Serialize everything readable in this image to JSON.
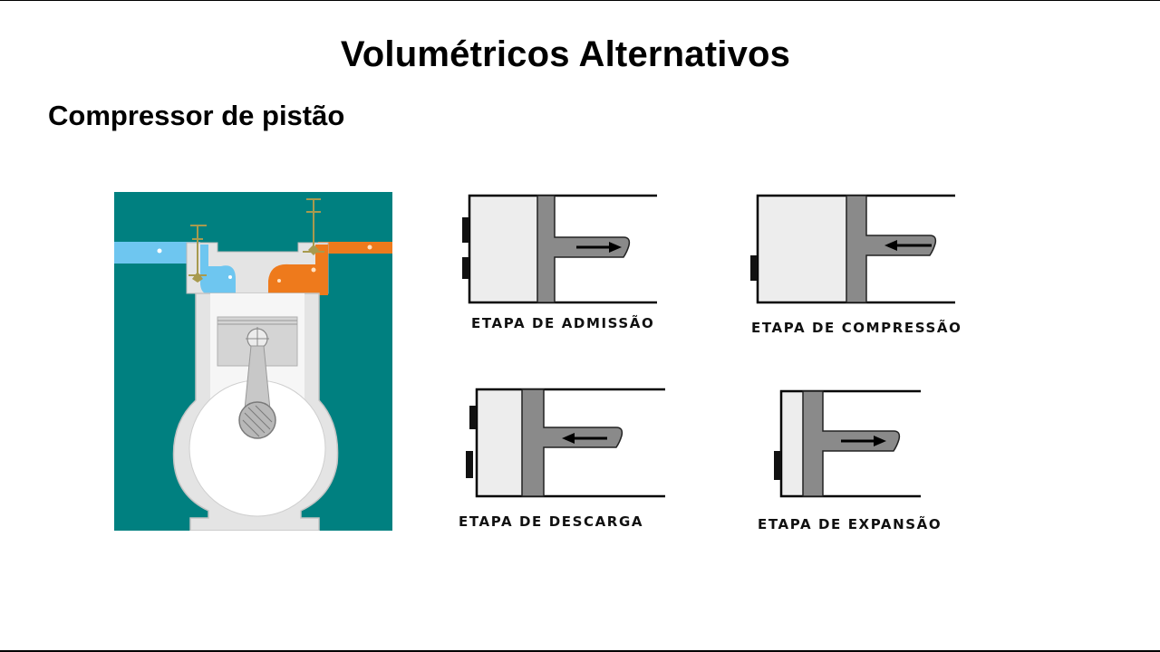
{
  "slide": {
    "title": "Volumétricos Alternativos",
    "subtitle": "Compressor de pistão"
  },
  "colors": {
    "panel_background": "#008080",
    "intake_flow": "#6ec6f0",
    "discharge_flow": "#ee7a1c",
    "casing": "#e4e4e4",
    "piston": "#d4d4d4"
  },
  "stages": [
    {
      "label": "ETAPA DE ADMISSÃO",
      "arrow": "right"
    },
    {
      "label": "ETAPA DE COMPRESSÃO",
      "arrow": "left"
    },
    {
      "label": "ETAPA DE DESCARGA",
      "arrow": "left"
    },
    {
      "label": "ETAPA DE EXPANSÃO",
      "arrow": "right"
    }
  ]
}
